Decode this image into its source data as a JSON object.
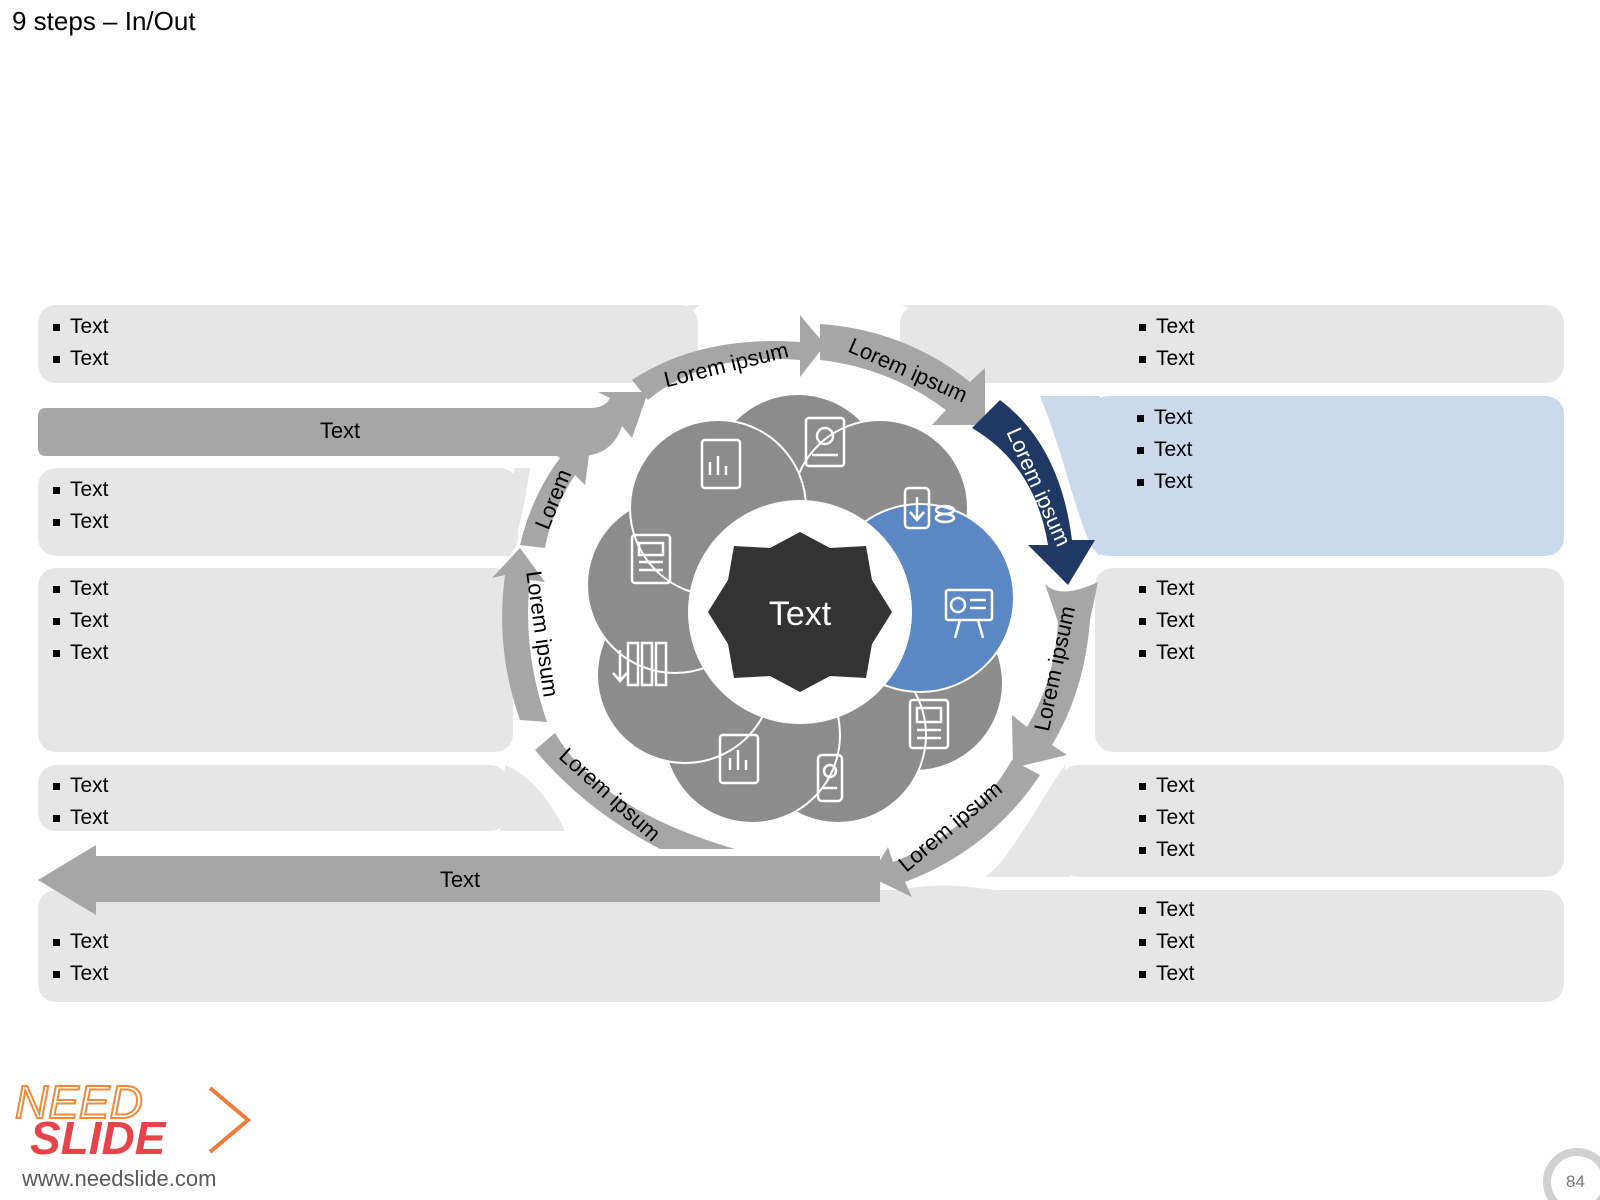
{
  "slide": {
    "title": "9 steps – In/Out",
    "page_number": "84"
  },
  "center_label": "Text",
  "in_bar_label": "Text",
  "out_bar_label": "Text",
  "steps": [
    {
      "label": "Lorem ipsum"
    },
    {
      "label": "Lorem ipsum"
    },
    {
      "label": "Lorem ipsum"
    },
    {
      "label": "Lorem ipsum"
    },
    {
      "label": "Lorem ipsum"
    },
    {
      "label": "Lorem ipsum"
    },
    {
      "label": "Lorem ipsum"
    },
    {
      "label": "Lorem"
    }
  ],
  "left_panels": [
    {
      "items": [
        "Text",
        "Text"
      ]
    },
    {
      "items": [
        "Text",
        "Text"
      ]
    },
    {
      "items": [
        "Text",
        "Text",
        "Text"
      ]
    },
    {
      "items": [
        "Text",
        "Text"
      ]
    },
    {
      "items": [
        "Text",
        "Text"
      ]
    }
  ],
  "right_panels": [
    {
      "items": [
        "Text",
        "Text"
      ]
    },
    {
      "items": [
        "Text",
        "Text",
        "Text"
      ],
      "highlighted": true
    },
    {
      "items": [
        "Text",
        "Text",
        "Text"
      ]
    },
    {
      "items": [
        "Text",
        "Text",
        "Text"
      ]
    },
    {
      "items": [
        "Text",
        "Text",
        "Text"
      ]
    }
  ],
  "colors": {
    "panel": "#e6e6e6",
    "panel_highlight": "#cbd9ec",
    "arrow_gray": "#a6a6a6",
    "arrow_highlight": "#1f3864",
    "circle_gray": "#8c8c8c",
    "circle_highlight": "#5b87c5",
    "center": "#333333"
  },
  "logo": {
    "line1": "NEED",
    "line2": "SLIDE",
    "url": "www.needslide.com"
  }
}
